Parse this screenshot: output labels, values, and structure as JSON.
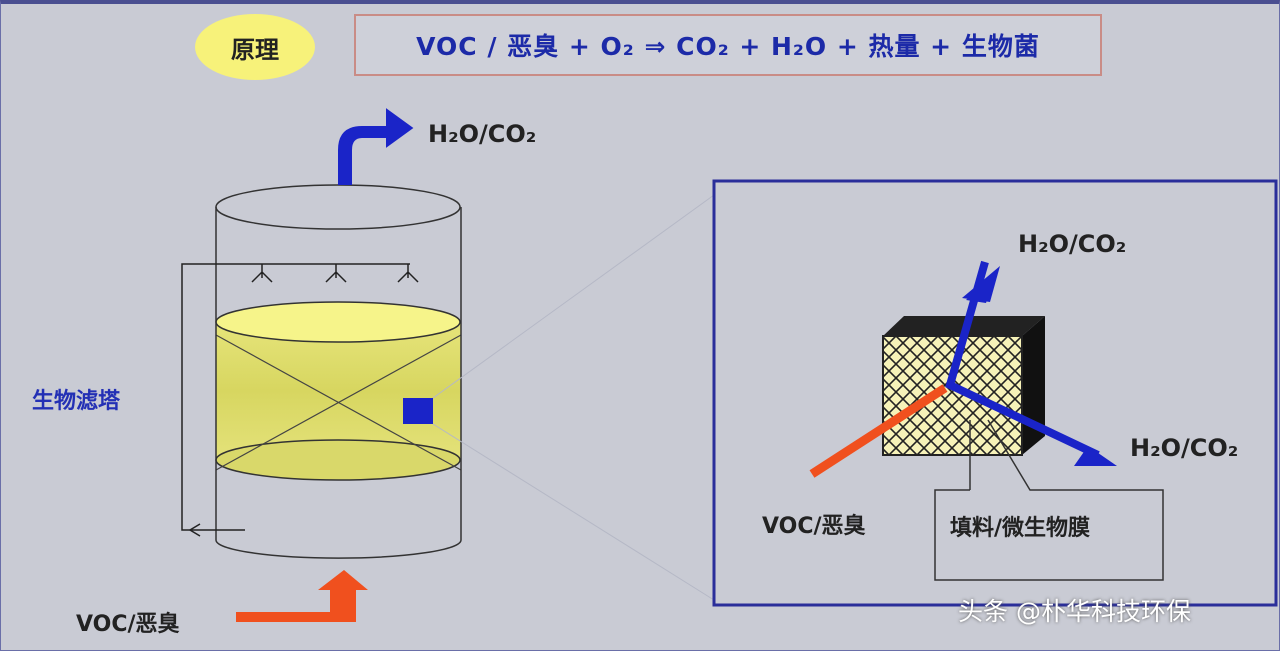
{
  "header": {
    "badge": "原理",
    "formula": "VOC / 恶臭 + O₂ ⇒ CO₂ + H₂O + 热量 + 生物菌"
  },
  "tower": {
    "label": "生物滤塔",
    "outlet": "H₂O/CO₂",
    "inlet": "VOC/恶臭"
  },
  "detail": {
    "out_top": "H₂O/CO₂",
    "out_right": "H₂O/CO₂",
    "inlet": "VOC/恶臭",
    "media": "填料/微生物膜"
  },
  "watermark": "头条 @朴华科技环保",
  "colors": {
    "blue": "#1a24c8",
    "orange": "#f0501e",
    "yellow": "#f2f07a",
    "frame": "#2a2e9a"
  }
}
